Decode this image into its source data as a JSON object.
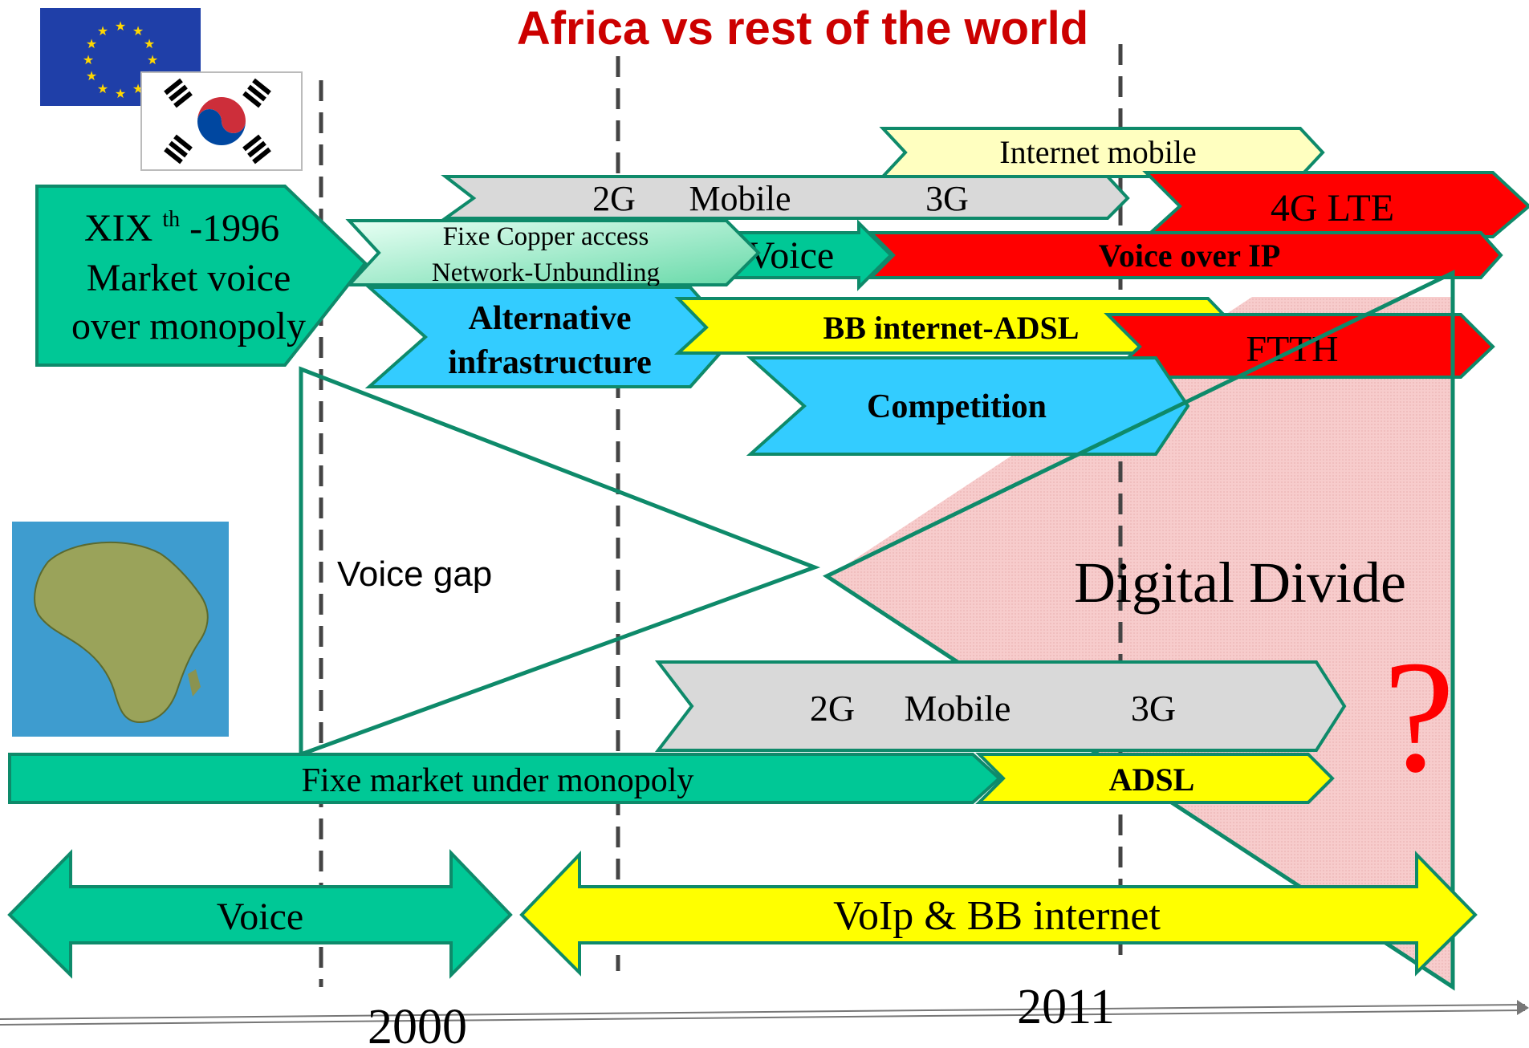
{
  "title_line2": "Africa vs rest of the world",
  "colors": {
    "title": "#cc0000",
    "teal": "#00c896",
    "teal_stroke": "#0e8a6a",
    "grey": "#d9d9d9",
    "pale_yellow": "#ffffc0",
    "yellow": "#ffff00",
    "red": "#ff0000",
    "blue": "#33ccff",
    "pink": "#f7c9c9",
    "light_green": "#b8f0d8"
  },
  "labels": {
    "internet_mobile": "Internet mobile",
    "mobile_2g": "2G",
    "mobile_word": "Mobile",
    "mobile_3g": "3G",
    "lte": "4G LTE",
    "origin_line1": "XIX",
    "origin_sup": "th",
    "origin_year": "-1996",
    "origin_line2": "Market voice",
    "origin_line3": "over monopoly",
    "copper_line1": "Fixe Copper access",
    "copper_line2": "Network-Unbundling",
    "voice_partial": "Voice",
    "voip": "Voice over IP",
    "alt_line1": "Alternative",
    "alt_line2": "infrastructure",
    "adsl_bb": "BB internet-ADSL",
    "ftth": "FTTH",
    "competition": "Competition",
    "voice_gap": "Voice gap",
    "digital_divide": "Digital Divide",
    "question": "?",
    "africa_2g": "2G",
    "africa_mobile": "Mobile",
    "africa_3g": "3G",
    "fixe_monopoly": "Fixe market under monopoly",
    "africa_adsl": "ADSL",
    "era_voice": "Voice",
    "era_voip": "VoIp & BB internet",
    "year_2000": "2000",
    "year_2011": "2011"
  },
  "icons": {
    "eu_flag": "eu-flag-icon",
    "korea_flag": "south-korea-flag-icon",
    "africa_map": "africa-map-icon"
  }
}
